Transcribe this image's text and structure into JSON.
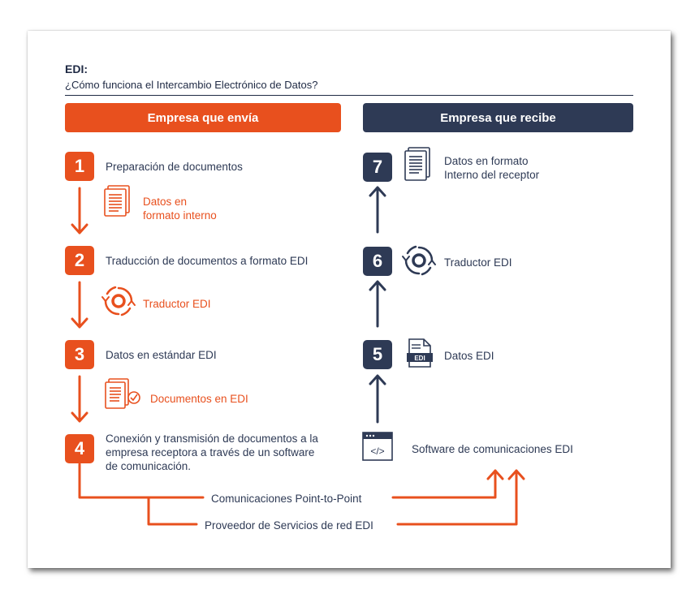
{
  "header": {
    "title": "EDI:",
    "subtitle": "¿Cómo funciona el Intercambio Electrónico de Datos?"
  },
  "sender": {
    "heading": "Empresa que envía",
    "steps": [
      {
        "number": "1",
        "text": "Preparación de documentos"
      },
      {
        "number": "2",
        "text": "Traducción de documentos a formato EDI"
      },
      {
        "number": "3",
        "text": "Datos en estándar EDI"
      },
      {
        "number": "4",
        "text_lines": [
          "Conexión y transmisión de documentos a la",
          "empresa receptora a través de un software",
          "de comunicación."
        ]
      }
    ],
    "intermediates": [
      {
        "lines": [
          "Datos en",
          "formato interno"
        ],
        "icon": "document-icon"
      },
      {
        "lines": [
          "Traductor EDI"
        ],
        "icon": "translator-icon"
      },
      {
        "lines": [
          "Documentos en EDI"
        ],
        "icon": "document-check-icon"
      }
    ]
  },
  "receiver": {
    "heading": "Empresa que recibe",
    "steps": [
      {
        "number": "7",
        "text_lines": [
          "Datos en formato",
          "Interno del receptor"
        ],
        "icon": "document-icon"
      },
      {
        "number": "6",
        "text": "Traductor EDI",
        "icon": "translator-icon"
      },
      {
        "number": "5",
        "text": "Datos EDI",
        "icon": "edi-file-icon"
      }
    ],
    "software": {
      "text": "Software de comunicaciones EDI",
      "icon": "code-window-icon",
      "icon_text": "</>"
    }
  },
  "edi_file_label": "EDI",
  "channels": {
    "point_to_point": "Comunicaciones Point-to-Point",
    "network": "Proveedor de Servicios de red EDI"
  },
  "colors": {
    "orange": "#e8501e",
    "navy": "#2e3a55"
  }
}
